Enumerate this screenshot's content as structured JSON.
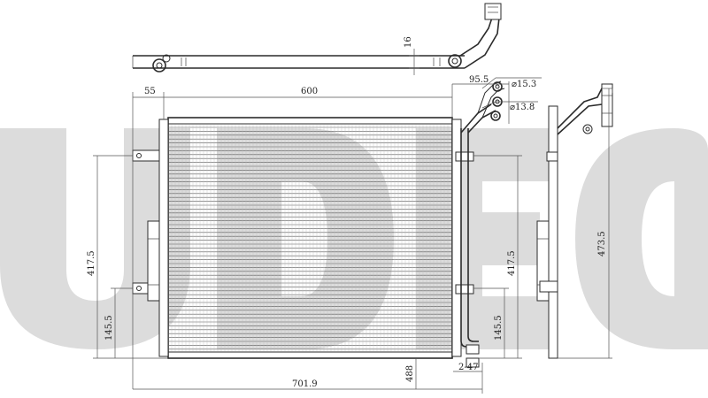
{
  "watermark": {
    "text": "UDECO",
    "color": "#dcdcdc"
  },
  "dimensions": {
    "top_height": "16",
    "offset_left": "55",
    "core_width": "600",
    "pipe_offset": "95.5",
    "diameter_top": "⌀15.3",
    "diameter_bottom": "⌀13.8",
    "height_left": "417.5",
    "low_left": "145.5",
    "height_right": "417.5",
    "low_right": "145.5",
    "overall_height": "473.5",
    "overall_width": "701.9",
    "bottom_width": "488",
    "thread": "2-47"
  },
  "colors": {
    "line": "#2b2b2b",
    "fins": "#555555"
  }
}
